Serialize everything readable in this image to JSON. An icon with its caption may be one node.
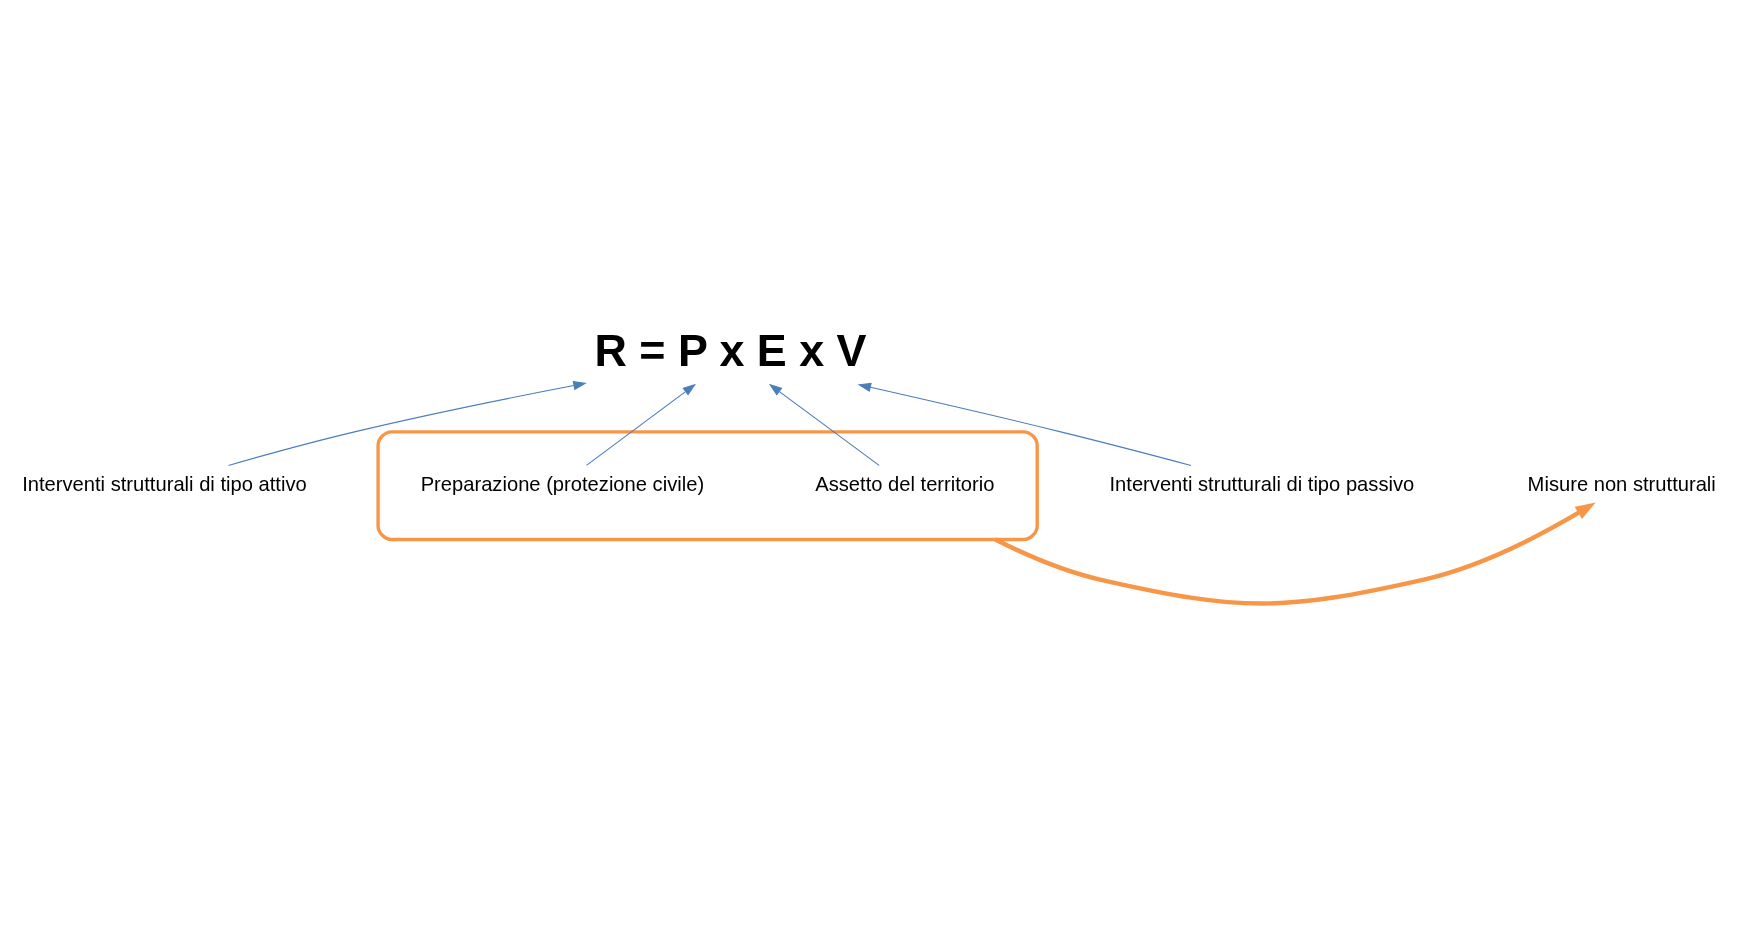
{
  "diagram": {
    "nodes": [
      {
        "text": [
          "R = P x E x V"
        ]
      },
      {
        "text": [
          "Interventi strutturali di tipo attivo"
        ]
      },
      {
        "text": [],
        "shape": "ellipse"
      },
      {
        "text": [
          "Assetto del territorio"
        ],
        "in": 2
      },
      {
        "text": [
          "Preparazione (protezione civile)"
        ],
        "in": 2
      },
      {
        "text": [
          "Interventi strutturali di tipo passivo"
        ]
      },
      {
        "text": [
          "Misure non strutturali"
        ]
      }
    ],
    "edges": [
      {
        "from": 1,
        "to": 0,
        "arrow": "to"
      },
      {
        "from": 3,
        "to": 0,
        "arrow": "to"
      },
      {
        "from": 4,
        "to": 0,
        "arrow": "to"
      },
      {
        "from": 5,
        "to": 0,
        "arrow": "to"
      },
      {
        "from": 2,
        "to": 6,
        "arrow": "to",
        "style": "thick",
        "color": "#f79646"
      }
    ]
  }
}
